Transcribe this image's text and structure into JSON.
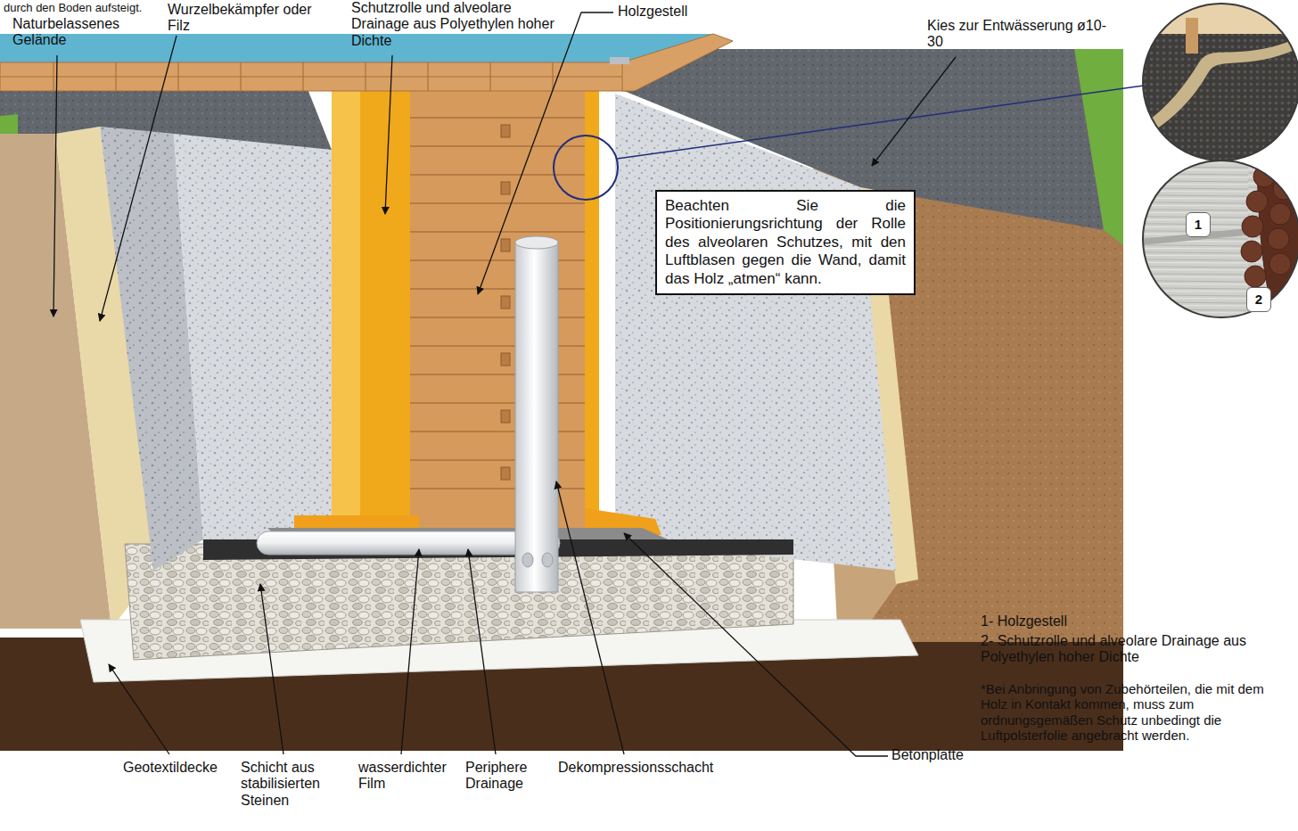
{
  "diagram": {
    "nodes": [
      {
        "text": [
          "Beachten Sie die Positionierungsrichtung der Rolle des alveolaren Schutzes, mit den Luftblasen gegen die Wand, damit das Holz „atmen“ kann."
        ]
      },
      {
        "text": [
          "1"
        ]
      },
      {
        "text": [
          "2"
        ]
      }
    ],
    "labels": [
      "durch den Boden aufsteigt.",
      "Naturbelassenes Gelände",
      "Wurzelbekämpfer oder Filz",
      "Schutzrolle und alveolare Drainage aus Polyethylen hoher Dichte",
      "Holzgestell",
      "Kies zur Entwässerung ø10-30",
      "Geotextildecke",
      "Schicht aus stabilisierten Steinen",
      "wasserdichter Film",
      "Periphere Drainage",
      "Dekompressionsschacht",
      "Betonplatte",
      "1- Holzgestell",
      "2- Schutzrolle und alveolare Drainage aus Polyethylen hoher Dichte",
      "*Bei Anbringung von Zubehörteilen, die mit dem Holz in Kontakt kommen, muss zum ordnungsgemäßen Schutz unbedingt die Luftpolsterfolie angebracht werden."
    ]
  }
}
